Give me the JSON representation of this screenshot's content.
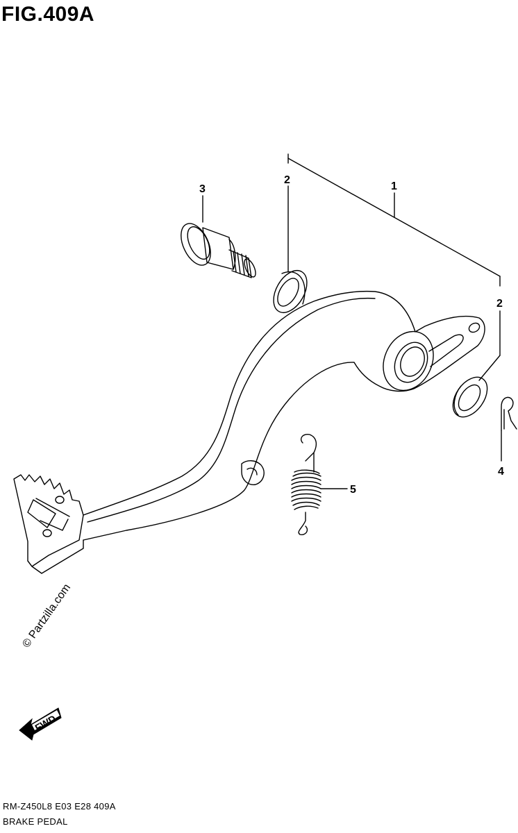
{
  "figure": {
    "title": "FIG.409A",
    "watermark": "© Partzilla.com",
    "direction_label": "FWD"
  },
  "callouts": [
    {
      "id": "1",
      "part": "brake-pedal"
    },
    {
      "id": "2",
      "part": "seal-upper"
    },
    {
      "id": "2",
      "part": "seal-lower"
    },
    {
      "id": "3",
      "part": "pivot-bolt"
    },
    {
      "id": "4",
      "part": "cotter-pin"
    },
    {
      "id": "5",
      "part": "return-spring"
    }
  ],
  "footer": {
    "model_code": "RM-Z450L8  E03  E28  409A",
    "section_name": "BRAKE PEDAL"
  }
}
